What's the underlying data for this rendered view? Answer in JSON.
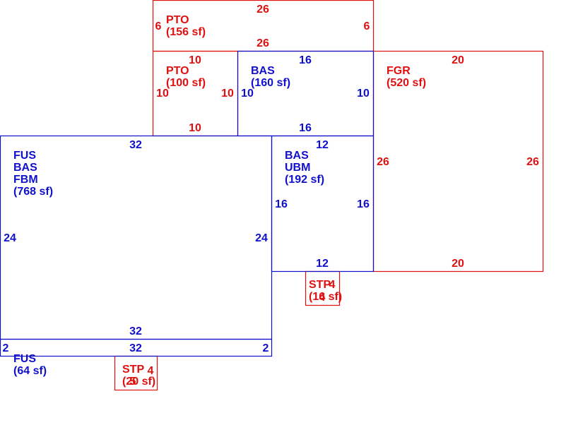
{
  "colors": {
    "red": "#e01010",
    "blue": "#1010cc"
  },
  "pto_top": {
    "lines": [
      "PTO",
      "(156 sf)"
    ],
    "top": "26",
    "bottom": "26",
    "left": "6",
    "right": "6"
  },
  "pto_small": {
    "lines": [
      "PTO",
      "(100 sf)"
    ],
    "top": "10",
    "bottom": "10",
    "left": "10",
    "right": "10"
  },
  "bas_upper": {
    "lines": [
      "BAS",
      "(160 sf)"
    ],
    "top": "16",
    "bottom": "16",
    "left": "10",
    "right": "10"
  },
  "fgr": {
    "lines": [
      "FGR",
      "(520 sf)"
    ],
    "top": "20",
    "bottom": "20",
    "left": "26",
    "right": "26"
  },
  "fus_main": {
    "lines": [
      "FUS",
      "BAS",
      "FBM",
      "(768 sf)"
    ],
    "top": "32",
    "bottom": "32",
    "left": "24",
    "right": "24"
  },
  "bas_ubm": {
    "lines": [
      "BAS",
      "UBM",
      "(192 sf)"
    ],
    "top": "12",
    "bottom": "12",
    "left": "16",
    "right": "16"
  },
  "fus_strip": {
    "lines": [
      "FUS",
      "(64 sf)"
    ],
    "top": "32",
    "left": "2",
    "right": "2"
  },
  "stp_small": {
    "lines": [
      "STP",
      "(16 sf)"
    ],
    "side_a": "4",
    "side_b": "4"
  },
  "stp_large": {
    "lines": [
      "STP",
      "(20 sf)"
    ],
    "side_a": "4",
    "side_b": "5"
  }
}
